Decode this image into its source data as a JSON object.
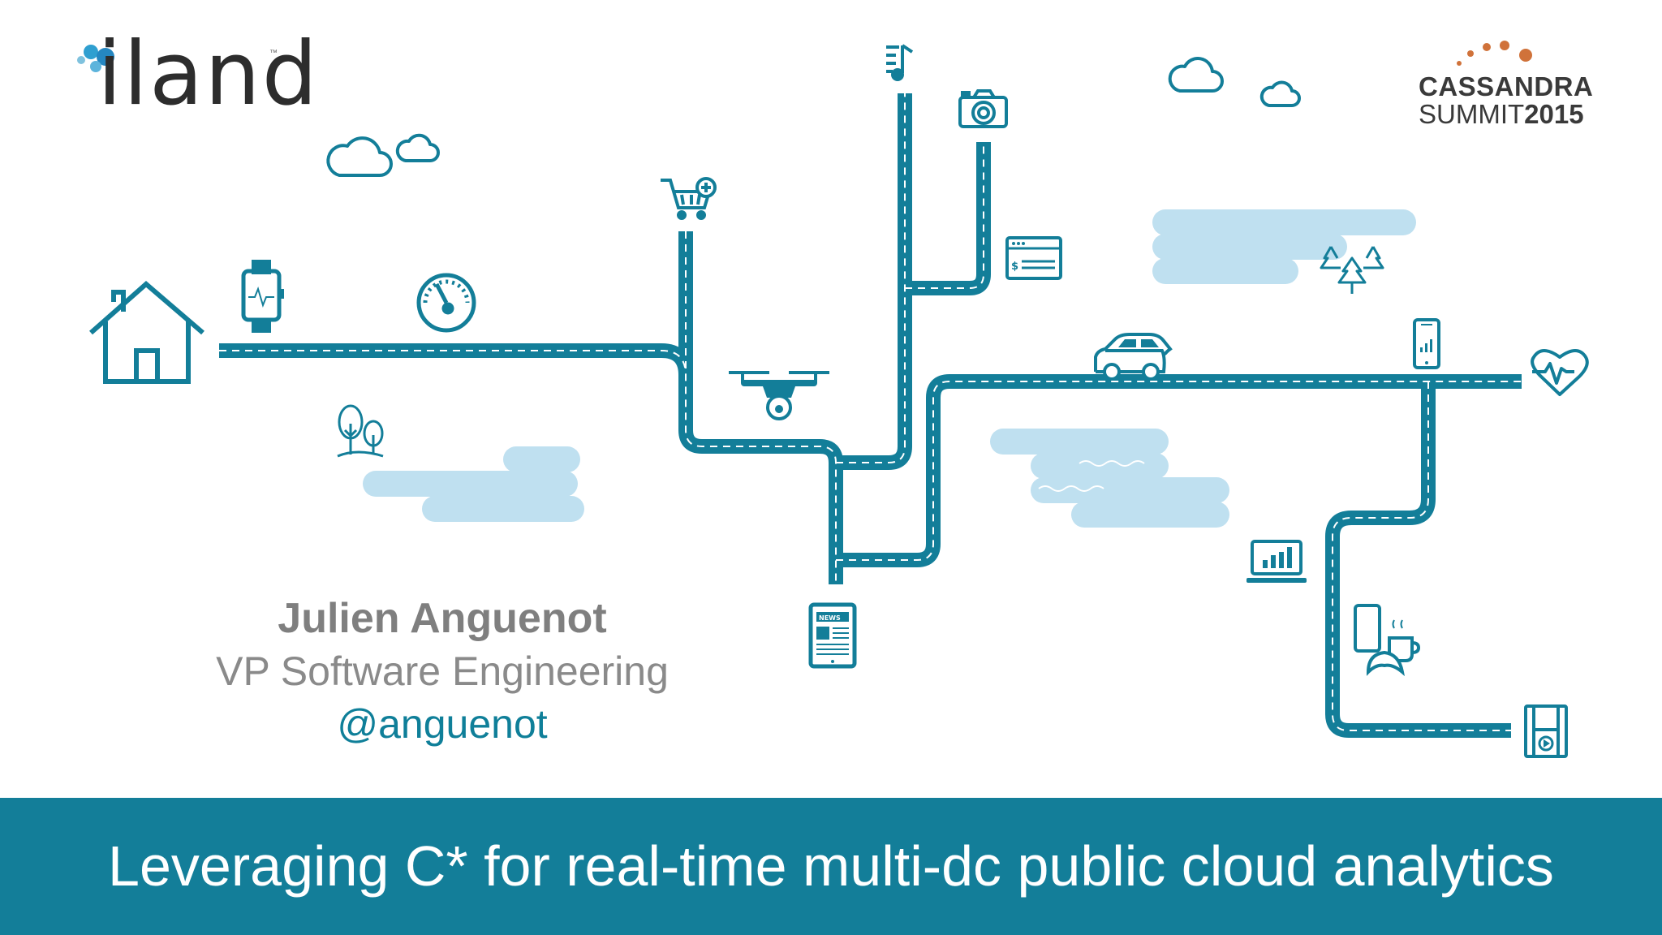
{
  "brand": {
    "logo_text": "iland",
    "logo_tm": "™"
  },
  "event": {
    "line1": "CASSANDRA",
    "line2_a": "SUMMIT",
    "line2_b": "2015"
  },
  "presenter": {
    "name": "Julien Anguenot",
    "role": "VP Software Engineering",
    "handle": "@anguenot"
  },
  "title": "Leveraging C* for real-time multi-dc public cloud analytics",
  "colors": {
    "road": "#137e99",
    "cloud_light": "#bfe0f0",
    "banner": "#137e99",
    "icon": "#137e99",
    "summit_dots": "#d0723a"
  },
  "icons": [
    "house-icon",
    "smartwatch-icon",
    "gauge-icon",
    "trees-icon",
    "shopping-cart-icon",
    "drone-icon",
    "music-icon",
    "camera-icon",
    "browser-payment-icon",
    "news-tablet-icon",
    "car-icon",
    "pine-trees-icon",
    "phone-chart-icon",
    "heart-rate-icon",
    "laptop-chart-icon",
    "phone-coffee-icon",
    "film-icon",
    "cloud-icon"
  ]
}
